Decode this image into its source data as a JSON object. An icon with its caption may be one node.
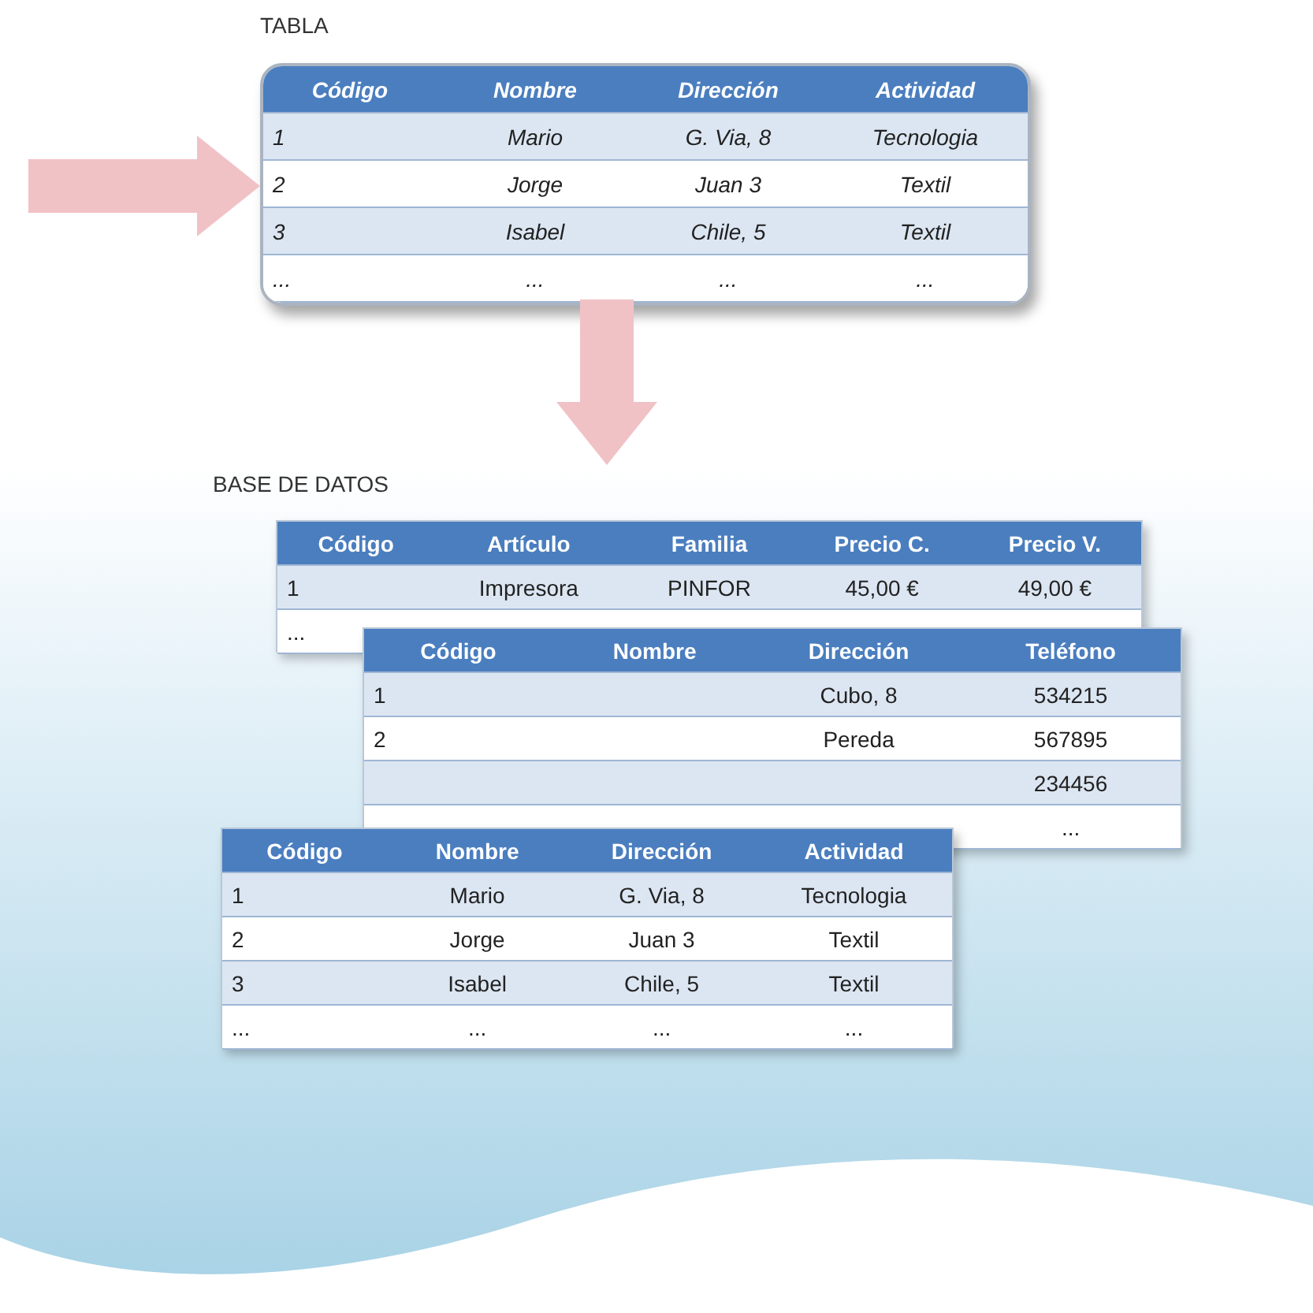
{
  "diagram": {
    "nodes": [
      {
        "text": [
          "TABLA"
        ]
      },
      {
        "text": [
          "BASE DE DATOS"
        ]
      },
      {
        "text": [],
        "shape": "box",
        "in": 1
      },
      {
        "text": [],
        "shape": "box",
        "in": 1
      },
      {
        "text": [],
        "shape": "box",
        "in": 1
      }
    ],
    "edges": [
      {
        "from": null,
        "to": 0,
        "arrow": "to"
      },
      {
        "from": 0,
        "to": 1,
        "arrow": "to"
      }
    ],
    "labels": [
      "Código",
      "Nombre",
      "Dirección",
      "Actividad",
      "1",
      "Mario",
      "G. Via, 8",
      "Tecnologia",
      "2",
      "Jorge",
      "Juan 3",
      "Textil",
      "3",
      "Isabel",
      "Chile, 5",
      "Textil",
      "...",
      "...",
      "...",
      "...",
      "Código",
      "Artículo",
      "Familia",
      "Precio C.",
      "Precio V.",
      "1",
      "Impresora",
      "PINFOR",
      "45,00 €",
      "49,00 €",
      "...",
      "Código",
      "Nombre",
      "Dirección",
      "Teléfono",
      "1",
      "Cubo, 8",
      "534215",
      "2",
      "Pereda",
      "567895",
      "234456",
      "...",
      "Código",
      "Nombre",
      "Dirección",
      "Actividad",
      "1",
      "Mario",
      "G. Via, 8",
      "Tecnologia",
      "2",
      "Jorge",
      "Juan 3",
      "Textil",
      "3",
      "Isabel",
      "Chile, 5",
      "Textil",
      "...",
      "...",
      "...",
      "..."
    ]
  }
}
